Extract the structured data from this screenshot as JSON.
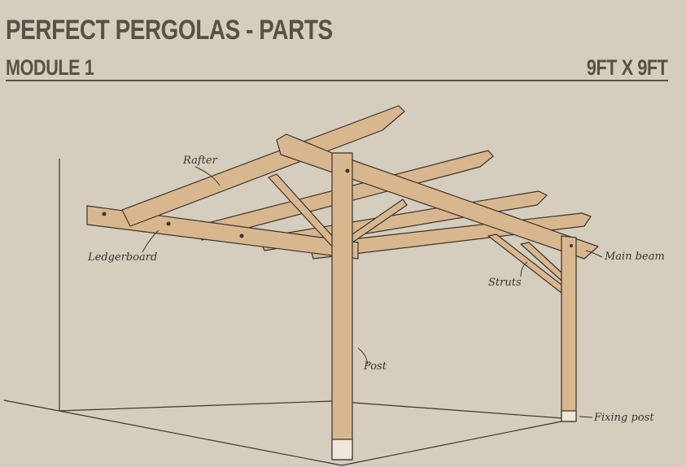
{
  "header": {
    "title": "PERFECT PERGOLAS - PARTS",
    "module": "MODULE 1",
    "size": "9FT X 9FT"
  },
  "labels": {
    "rafter": "Rafter",
    "ledgerboard": "Ledgerboard",
    "main_beam": "Main beam",
    "struts": "Struts",
    "post": "Post",
    "fixing_post": "Fixing post"
  },
  "colors": {
    "background": "#d5cdbd",
    "text": "#5a5046",
    "wood": "#d9b78e",
    "outline": "#3a342e"
  }
}
